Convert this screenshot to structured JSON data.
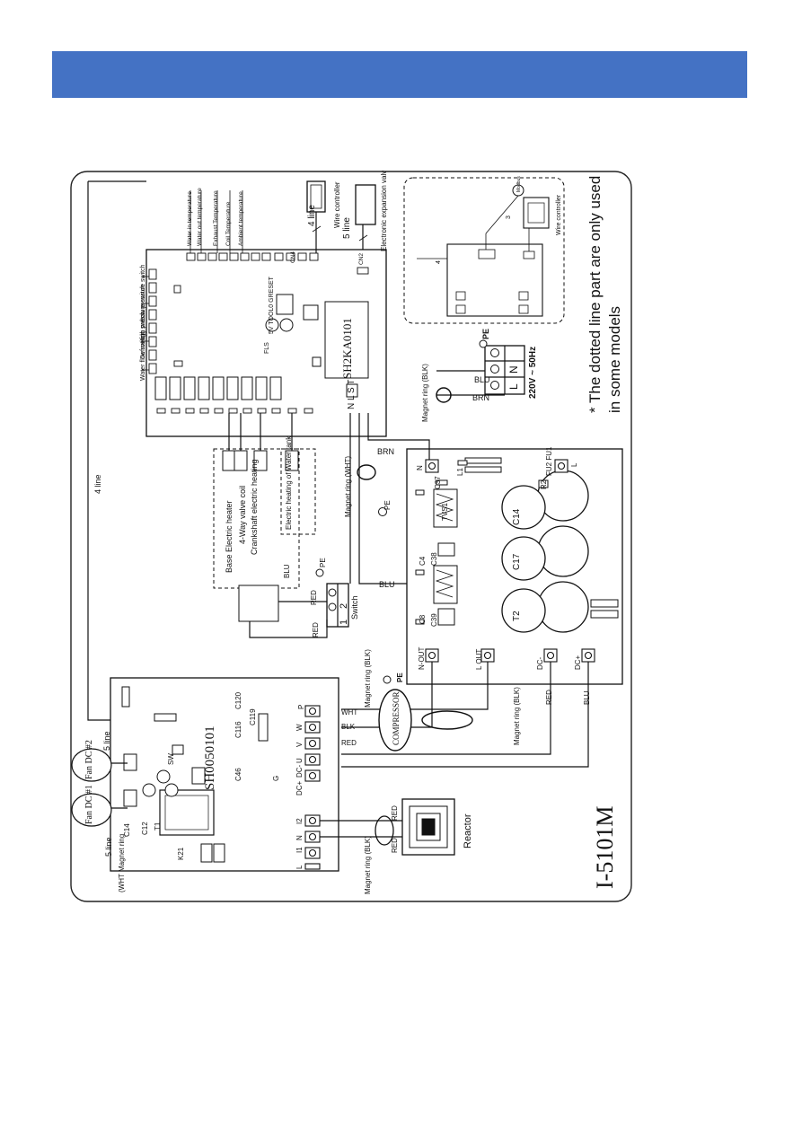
{
  "header": {
    "color": "#4472c4"
  },
  "model": "I-5101M",
  "note_lines": [
    "* The dotted line part are only used",
    "in some models"
  ],
  "control_board": {
    "code": "SH2KA0101",
    "reset_label": "5V TOOL0 GRESET",
    "fls_label": "FLS",
    "left_inputs": [
      "Low pressure switch",
      "High pressure switch",
      "Defrosting switch",
      "Water flow switch"
    ],
    "sensors": [
      "Water in temperature",
      "Water out temperature",
      "Exhaust Temperature",
      "Coil Temperature",
      "Ambient temperature"
    ],
    "ports": {
      "cn2": "CN2",
      "cn4": "CN4",
      "nlst": "N L S T"
    },
    "top_labels": [
      "4 line",
      "5 line"
    ],
    "wire_controller": "Wire controller",
    "expansion_valve": "Electronic expansion valve",
    "loads": [
      "Base Electric heater",
      "4-Way valve coil",
      "Crankshaft electric heating",
      "Electric heating of Water tank"
    ]
  },
  "inset": {
    "wire_controller": "Wire controller",
    "labels": [
      "3",
      "4",
      "Modbus"
    ]
  },
  "power": {
    "pe": "PE",
    "magnet_blk": "Magnet ring (BLK)",
    "supply": "220V ~ 50Hz",
    "terminals": [
      "L",
      "N"
    ],
    "blu": "BLU",
    "brn": "BRN"
  },
  "filter_board": {
    "components": [
      "C14",
      "C17",
      "T2",
      "C37",
      "C38",
      "C39",
      "C4",
      "C8",
      "L1",
      "R2",
      "FU2 FU1",
      "TVS1"
    ],
    "terminals": [
      "N",
      "L",
      "N-OUT",
      "L OUT",
      "DC-",
      "DC+"
    ],
    "pe": "PE"
  },
  "switch_block": {
    "label": "Switch",
    "terminals": [
      "1",
      "2"
    ],
    "wires": [
      "RED",
      "RED",
      "BLU"
    ],
    "pe": "PE"
  },
  "driver_board": {
    "code": "SH0050101",
    "labels": [
      "SW",
      "C120",
      "C119",
      "C116",
      "C46",
      "T1",
      "C12",
      "C14",
      "K21",
      "G",
      "P"
    ],
    "terminals_top": [
      "P",
      "W",
      "V",
      "U",
      "DC-",
      "DC+"
    ],
    "terminals_bottom": [
      "I2",
      "N",
      "I1",
      "L"
    ],
    "fan1": "Fan DC #1",
    "fan2": "Fan DC #2",
    "fan_line": "5 line",
    "four_line": "4 line",
    "magnet_wht": "(WHT Magnet ring",
    "magnet_blk": "Magnet ring (BLK)"
  },
  "compressor": {
    "label": "COMPRESSOR",
    "wires": [
      "WHT",
      "BLK",
      "RED"
    ],
    "pe": "PE",
    "magnet": "Magnet ring (BLK)"
  },
  "reactor": {
    "label": "Reactor",
    "wires": [
      "RED",
      "RED"
    ],
    "magnet": "Magnet ring (BLK)"
  },
  "mid_labels": {
    "magnet_wht": "Magnet ring (WHT)",
    "brn": "BRN",
    "blu": "BLU",
    "red": "RED",
    "blu2": "BLU"
  }
}
